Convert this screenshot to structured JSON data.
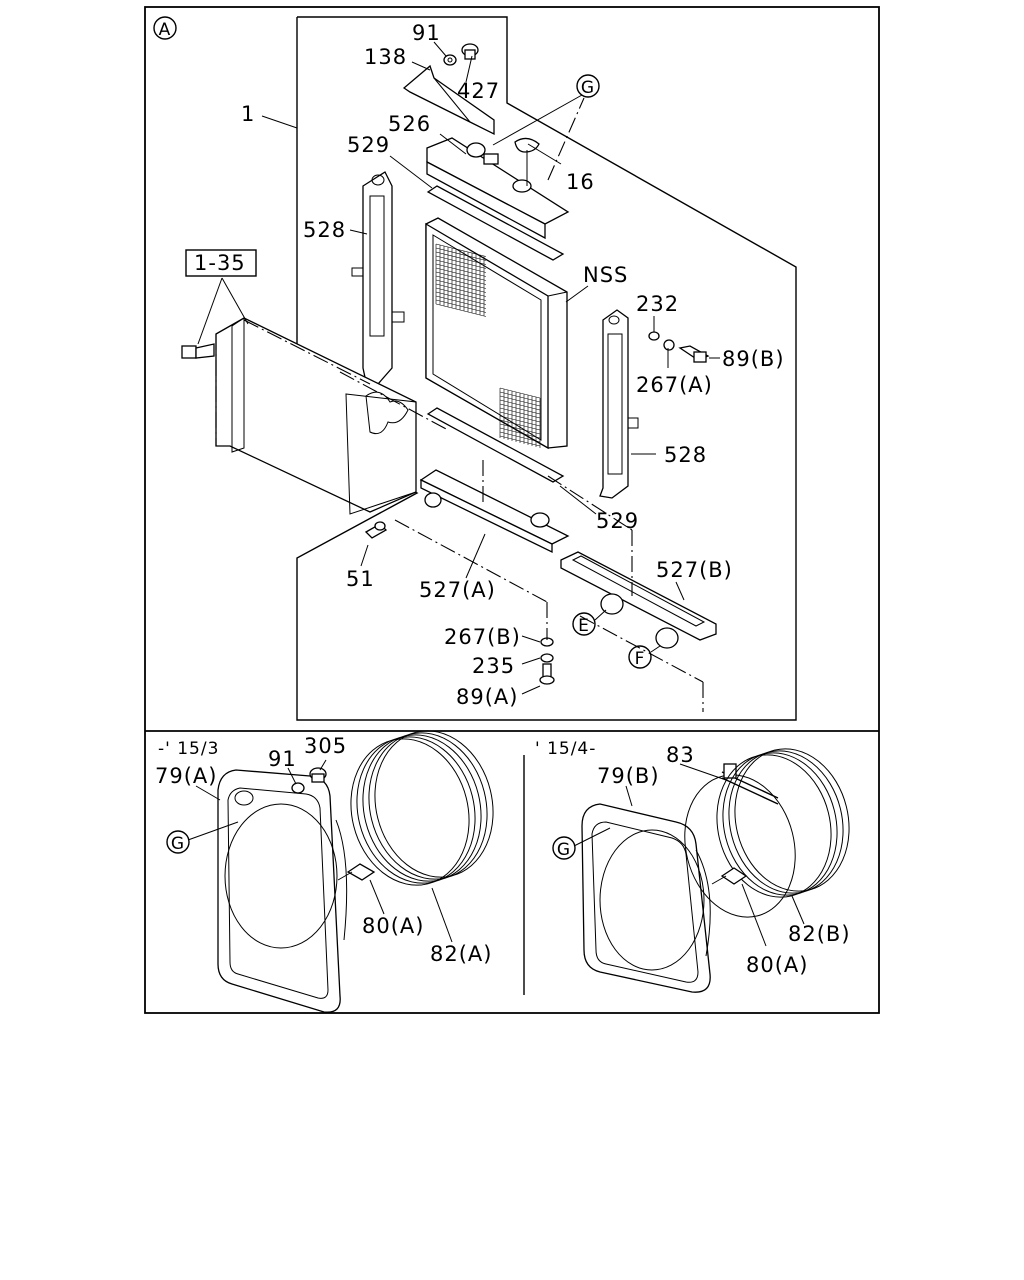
{
  "view_marker": "A",
  "upper_group": {
    "callouts": {
      "p1": "1",
      "p1_35": "1-35",
      "p91": "91",
      "p138": "138",
      "p427": "427",
      "pG": "G",
      "p526": "526",
      "p529a": "529",
      "p16": "16",
      "p528a": "528",
      "pNSS": "NSS",
      "p232": "232",
      "p89B": "89(B)",
      "p267A": "267(A)",
      "p528b": "528",
      "p529b": "529",
      "p51": "51",
      "p527A": "527(A)",
      "p527B": "527(B)",
      "pE": "E",
      "p267B": "267(B)",
      "pF": "F",
      "p235": "235",
      "p89A": "89(A)"
    }
  },
  "lower_left": {
    "serial_range": "-' 15/3",
    "callouts": {
      "p91": "91",
      "p305": "305",
      "p79A": "79(A)",
      "pG": "G",
      "p80A": "80(A)",
      "p82A": "82(A)"
    }
  },
  "lower_right": {
    "serial_range": "' 15/4-",
    "callouts": {
      "p83": "83",
      "p79B": "79(B)",
      "pG": "G",
      "p82B": "82(B)",
      "p80A": "80(A)"
    }
  }
}
